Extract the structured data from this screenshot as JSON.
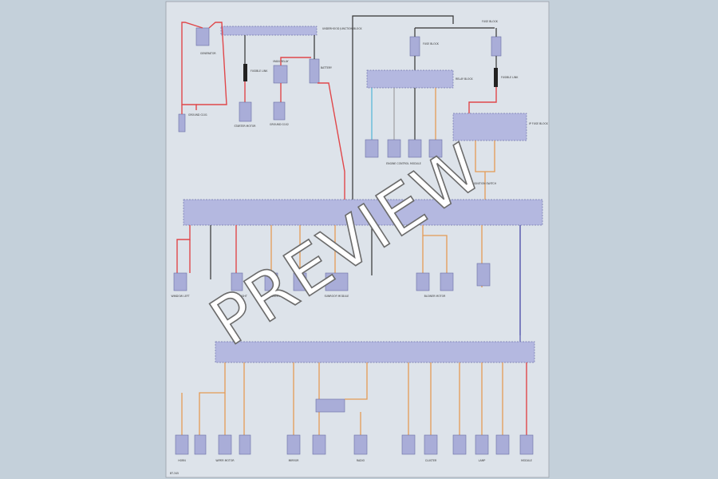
{
  "watermark": "PREVIEW",
  "page_id": "BT-345",
  "colors": {
    "background": "#c4d0da",
    "paper": "#dde3ea",
    "bus": "#b4b8e0",
    "wire_red": "#e0474a",
    "wire_orange": "#e49a55",
    "wire_black": "#333333"
  },
  "top_labels": {
    "junction_block": "UNDERHOOD JUNCTION BLOCK",
    "generator": "GENERATOR",
    "fusible_link_1": "FUSIBLE LINK",
    "fusible_link_2": "FUSIBLE LINK",
    "battery": "BATTERY",
    "starter": "STARTER MOTOR",
    "main_relay": "MAIN RELAY",
    "ground_1": "GROUND G101",
    "ground_2": "GROUND G102",
    "ecm": "ENGINE CONTROL MODULE",
    "fuse_block_1": "FUSE BLOCK",
    "fuse_block_2": "FUSE BLOCK",
    "relay_block": "RELAY BLOCK",
    "ip_fuse_block": "IP FUSE BLOCK",
    "ignition_switch": "IGNITION SWITCH"
  },
  "lower_labels": {
    "window_left": "WINDOW LEFT",
    "window_right": "WINDOW RIGHT",
    "seat_heater": "SEAT HEATER",
    "sunroof": "SUNROOF MODULE",
    "blower_motor": "BLOWER MOTOR",
    "horn": "HORN",
    "wiper": "WIPER MOTOR",
    "mirror": "MIRROR",
    "radio": "RADIO",
    "cluster": "CLUSTER",
    "lamp": "LAMP",
    "module": "MODULE"
  }
}
